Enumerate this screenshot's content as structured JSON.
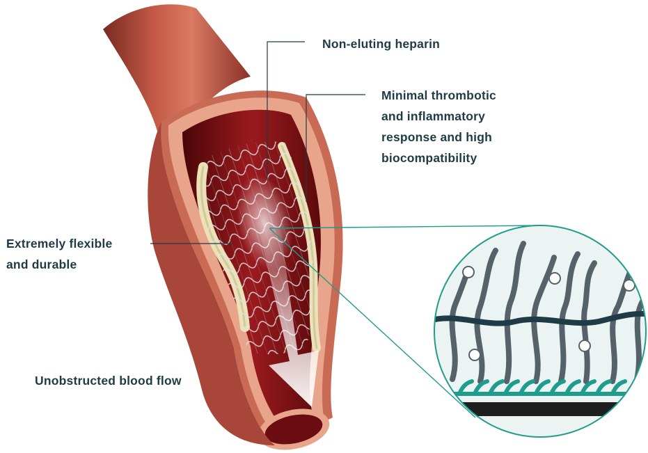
{
  "labels": {
    "heparin": [
      "Non-eluting heparin"
    ],
    "thrombotic": [
      "Minimal thrombotic",
      "and inflammatory",
      "response and high",
      "biocompatibility"
    ],
    "flexible": [
      "Extremely flexible",
      "and durable"
    ],
    "blood_flow": [
      "Unobstructed blood flow"
    ]
  },
  "colors": {
    "label_text": "#1f3b45",
    "leader_line": "#1f3b45",
    "callout_teal": "#1e9c8c",
    "vessel_outer": "#b04a3a",
    "vessel_lumen": "#7e1216",
    "stent_wire": "#d8d8dc",
    "heparin_chain": "#55626a",
    "substrate_bar": "#1e1e1e"
  },
  "icons": [
    "vessel-illustration",
    "stent-mesh",
    "flow-arrow-icon",
    "magnified-surface-detail"
  ]
}
